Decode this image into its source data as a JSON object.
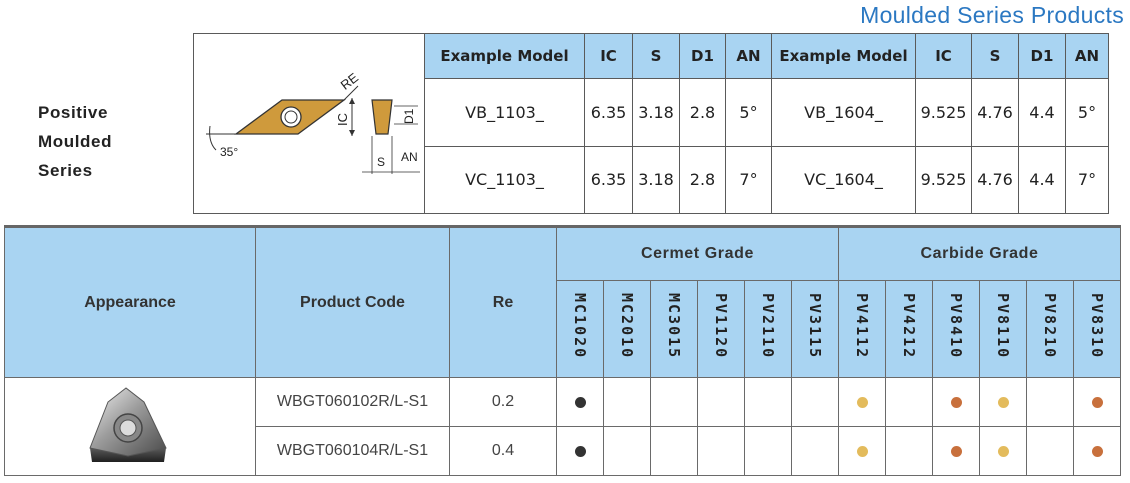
{
  "page_title": "Moulded Series Products",
  "series_label": [
    "Positive",
    "Moulded",
    "Series"
  ],
  "drawing": {
    "re": "RE",
    "ic": "IC",
    "angle": "35°",
    "d1": "D1",
    "s": "S",
    "an": "AN"
  },
  "spec_headers": [
    "Example Model",
    "IC",
    "S",
    "D1",
    "AN",
    "Example Model",
    "IC",
    "S",
    "D1",
    "AN"
  ],
  "spec_rows": [
    [
      "VB_1103_",
      "6.35",
      "3.18",
      "2.8",
      "5°",
      "VB_1604_",
      "9.525",
      "4.76",
      "4.4",
      "5°"
    ],
    [
      "VC_1103_",
      "6.35",
      "3.18",
      "2.8",
      "7°",
      "VC_1604_",
      "9.525",
      "4.76",
      "4.4",
      "7°"
    ]
  ],
  "grade_table": {
    "headers": {
      "appearance": "Appearance",
      "product_code": "Product Code",
      "re": "Re"
    },
    "groups": [
      "Cermet Grade",
      "Carbide Grade"
    ],
    "grades": [
      "MC1020",
      "MC2010",
      "MC3015",
      "PV1120",
      "PV2110",
      "PV3115",
      "PV4112",
      "PV4212",
      "PV8410",
      "PV8110",
      "PV8210",
      "PV8310"
    ],
    "rows": [
      {
        "code": "WBGT060102R/L-S1",
        "re": "0.2",
        "marks": [
          "black",
          "",
          "",
          "",
          "",
          "",
          "gold",
          "",
          "copper",
          "gold",
          "",
          "copper"
        ]
      },
      {
        "code": "WBGT060104R/L-S1",
        "re": "0.4",
        "marks": [
          "black",
          "",
          "",
          "",
          "",
          "",
          "gold",
          "",
          "copper",
          "gold",
          "",
          "copper"
        ]
      }
    ]
  },
  "colors": {
    "black": "#333333",
    "gold": "#e3bb5c",
    "copper": "#c8703c",
    "header_bg": "#a9d4f2",
    "title": "#2b78c2"
  }
}
